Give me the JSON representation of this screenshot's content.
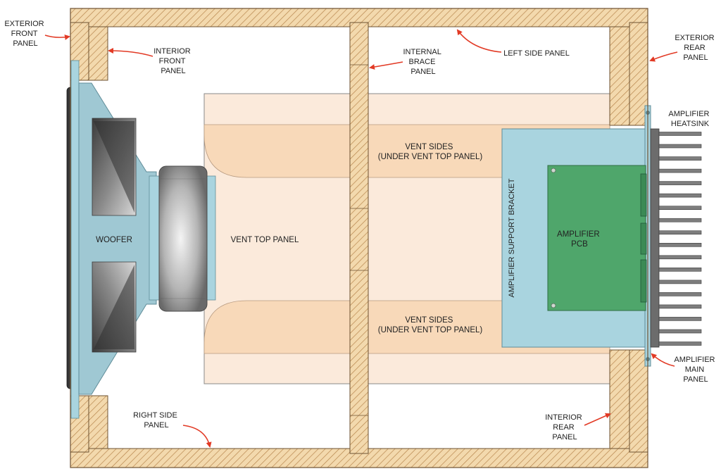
{
  "diagram": {
    "labels": {
      "exterior_front_panel": [
        "EXTERIOR",
        "FRONT",
        "PANEL"
      ],
      "interior_front_panel": [
        "INTERIOR",
        "FRONT",
        "PANEL"
      ],
      "internal_brace_panel": [
        "INTERNAL",
        "BRACE",
        "PANEL"
      ],
      "left_side_panel": "LEFT SIDE PANEL",
      "exterior_rear_panel": [
        "EXTERIOR",
        "REAR",
        "PANEL"
      ],
      "amplifier_heatsink": [
        "AMPLIFIER",
        "HEATSINK"
      ],
      "vent_sides_top": [
        "VENT SIDES",
        "(UNDER VENT TOP PANEL)"
      ],
      "vent_sides_bottom": [
        "VENT SIDES",
        "(UNDER VENT TOP PANEL)"
      ],
      "woofer": "WOOFER",
      "vent_top_panel": "VENT TOP PANEL",
      "amplifier_support_bracket": "AMPLIFIER SUPPORT BRACKET",
      "amplifier_pcb": [
        "AMPLIFIER",
        "PCB"
      ],
      "amplifier_main_panel": [
        "AMPLIFIER",
        "MAIN",
        "PANEL"
      ],
      "right_side_panel": [
        "RIGHT SIDE",
        "PANEL"
      ],
      "interior_rear_panel": [
        "INTERIOR",
        "REAR",
        "PANEL"
      ]
    },
    "colors": {
      "wood": "#f3d9ad",
      "hatch": "#b8864e",
      "vent_top": "#fbeadb",
      "vent_sides": "#f8d9b9",
      "bracket": "#a9d4df",
      "pcb": "#4fa66b",
      "woofer_frame": "#9fc8d3",
      "arrow": "#e23a25"
    }
  }
}
